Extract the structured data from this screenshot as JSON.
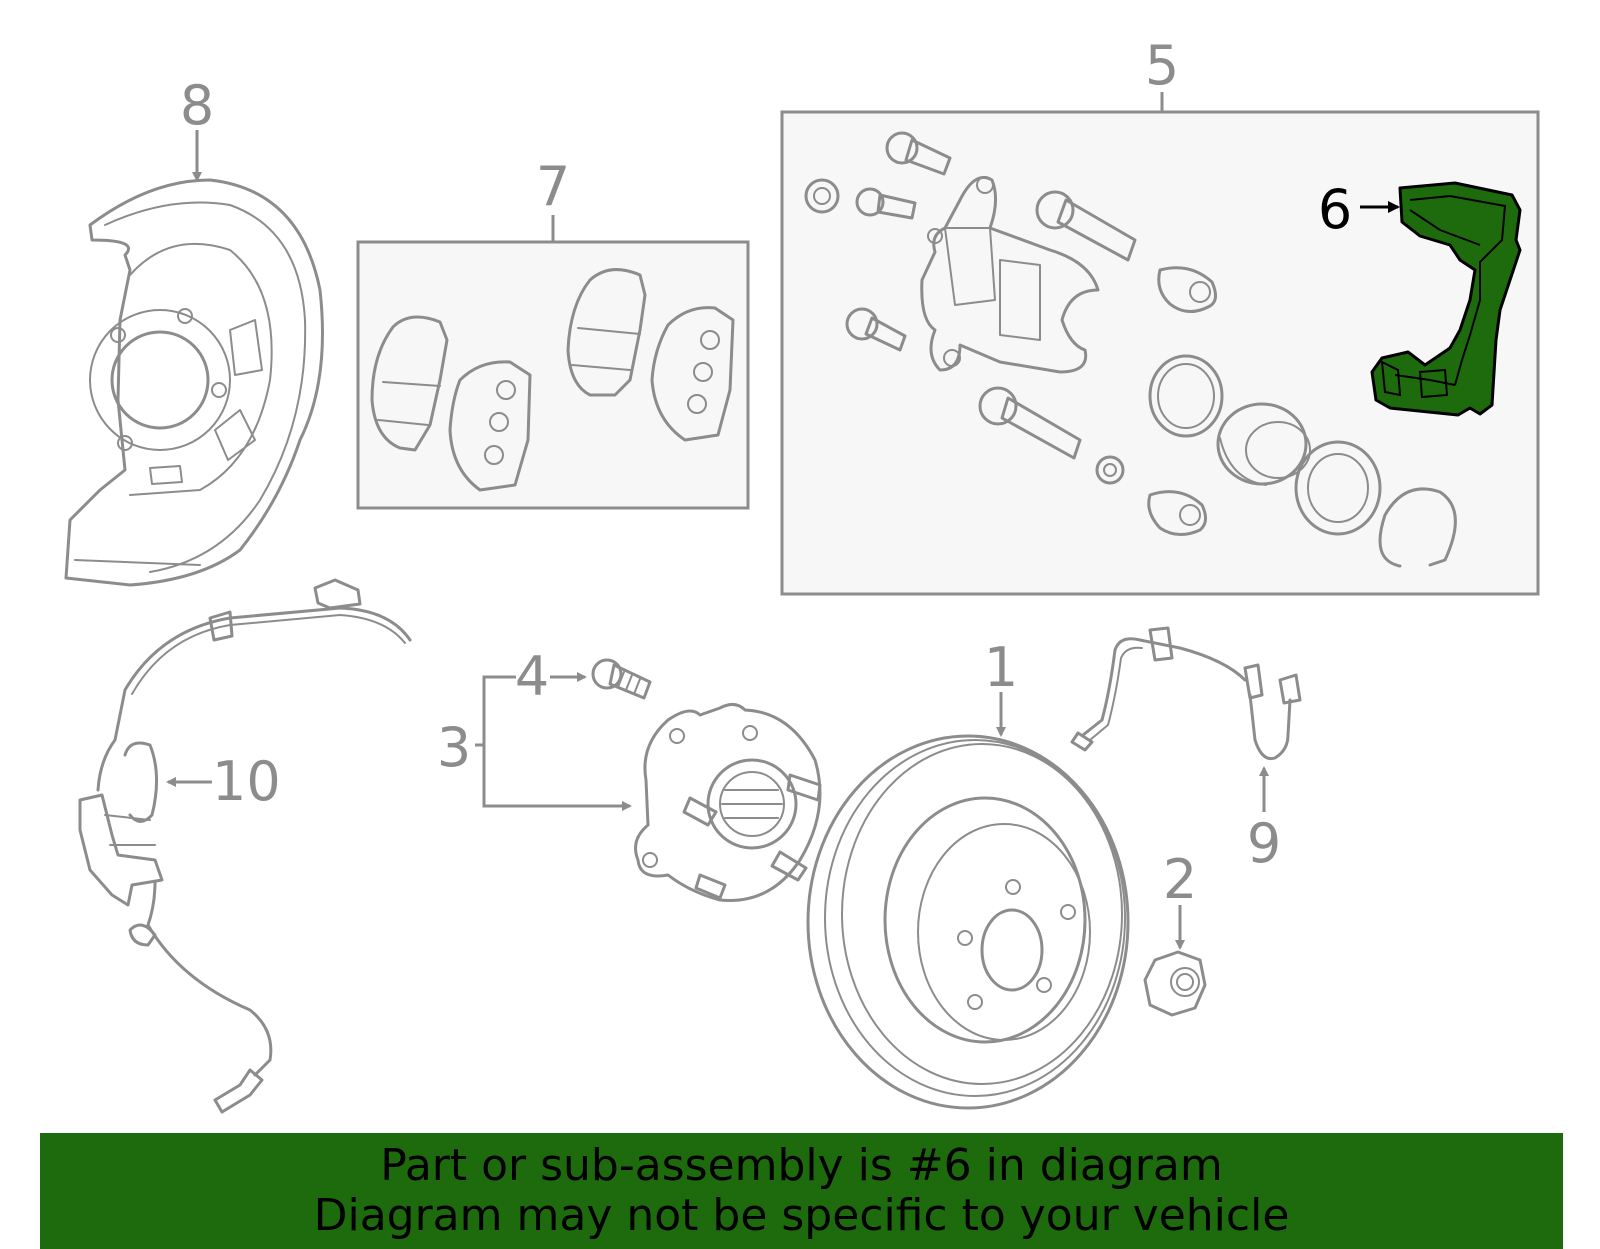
{
  "diagram": {
    "callouts": {
      "c1": "1",
      "c2": "2",
      "c3": "3",
      "c4": "4",
      "c5": "5",
      "c6": "6",
      "c7": "7",
      "c8": "8",
      "c9": "9",
      "c10": "10"
    },
    "highlighted_part": "6"
  },
  "banner": {
    "line1": "Part or sub-assembly is #6 in diagram",
    "line2": "Diagram may not be specific to your vehicle"
  },
  "colors": {
    "highlight_fill": "#1d6b0d",
    "banner_bg": "#1d6b0d",
    "line_gray": "#8c8c8c"
  }
}
